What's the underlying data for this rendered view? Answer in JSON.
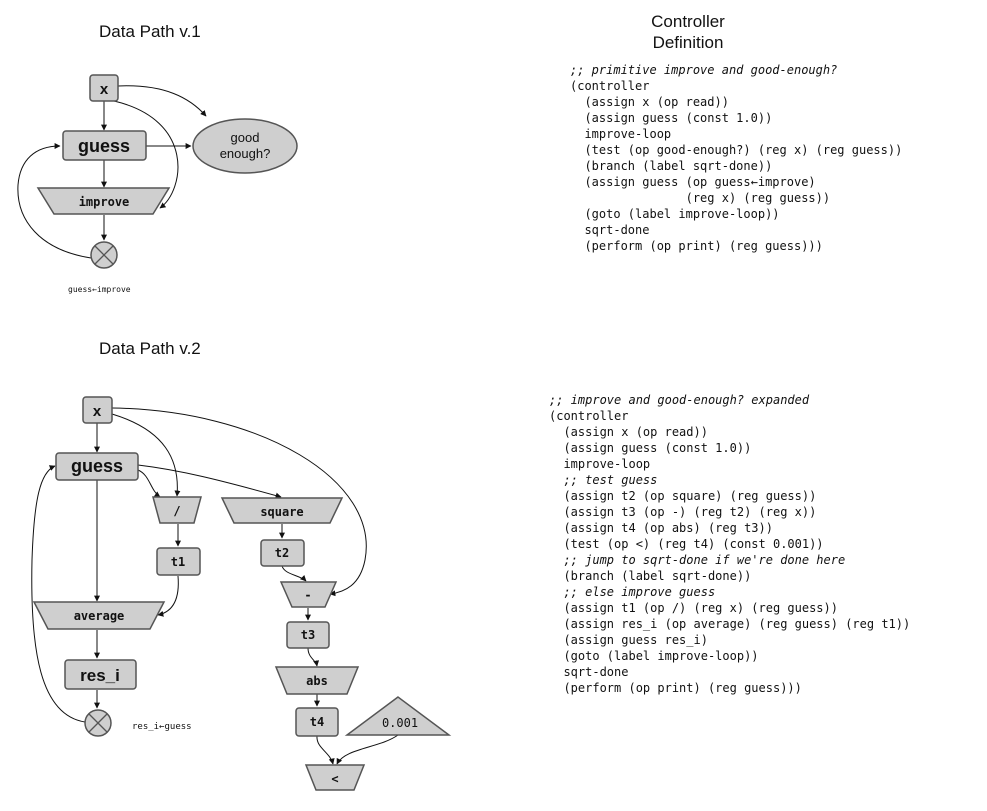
{
  "titles": {
    "v1": "Data Path v.1",
    "v2": "Data Path v.2",
    "controller": [
      "Controller",
      "Definition"
    ]
  },
  "v1": {
    "x": "x",
    "guess": "guess",
    "improve": "improve",
    "good_enough": [
      "good",
      "enough?"
    ],
    "assign_label": "guess←improve"
  },
  "v2": {
    "x": "x",
    "guess": "guess",
    "divide": "/",
    "t1": "t1",
    "average": "average",
    "res_i": "res_i",
    "square": "square",
    "t2": "t2",
    "minus": "-",
    "t3": "t3",
    "abs": "abs",
    "t4": "t4",
    "const": "0.001",
    "lt": "<",
    "assign_label": "res_i←guess"
  },
  "code1": [
    {
      "text": ";; primitive improve and good-enough?",
      "comment": true
    },
    {
      "text": "(controller",
      "comment": false
    },
    {
      "text": "  (assign x (op read))",
      "comment": false
    },
    {
      "text": "  (assign guess (const 1.0))",
      "comment": false
    },
    {
      "text": "  improve-loop",
      "comment": false
    },
    {
      "text": "  (test (op good-enough?) (reg x) (reg guess))",
      "comment": false
    },
    {
      "text": "  (branch (label sqrt-done))",
      "comment": false
    },
    {
      "text": "  (assign guess (op guess←improve)",
      "comment": false
    },
    {
      "text": "                (reg x) (reg guess))",
      "comment": false
    },
    {
      "text": "  (goto (label improve-loop))",
      "comment": false
    },
    {
      "text": "  sqrt-done",
      "comment": false
    },
    {
      "text": "  (perform (op print) (reg guess)))",
      "comment": false
    }
  ],
  "code2": [
    {
      "text": ";; improve and good-enough? expanded",
      "comment": true
    },
    {
      "text": "(controller",
      "comment": false
    },
    {
      "text": "  (assign x (op read))",
      "comment": false
    },
    {
      "text": "  (assign guess (const 1.0))",
      "comment": false
    },
    {
      "text": "  improve-loop",
      "comment": false
    },
    {
      "text": "  ;; test guess",
      "comment": true
    },
    {
      "text": "  (assign t2 (op square) (reg guess))",
      "comment": false
    },
    {
      "text": "  (assign t3 (op -) (reg t2) (reg x))",
      "comment": false
    },
    {
      "text": "  (assign t4 (op abs) (reg t3))",
      "comment": false
    },
    {
      "text": "  (test (op <) (reg t4) (const 0.001))",
      "comment": false
    },
    {
      "text": "  ;; jump to sqrt-done if we're done here",
      "comment": true
    },
    {
      "text": "  (branch (label sqrt-done))",
      "comment": false
    },
    {
      "text": "  ;; else improve guess",
      "comment": true
    },
    {
      "text": "  (assign t1 (op /) (reg x) (reg guess))",
      "comment": false
    },
    {
      "text": "  (assign res_i (op average) (reg guess) (reg t1))",
      "comment": false
    },
    {
      "text": "  (assign guess res_i)",
      "comment": false
    },
    {
      "text": "  (goto (label improve-loop))",
      "comment": false
    },
    {
      "text": "  sqrt-done",
      "comment": false
    },
    {
      "text": "  (perform (op print) (reg guess)))",
      "comment": false
    }
  ],
  "colors": {
    "node_fill": "#cfcfcf",
    "node_stroke": "#555555",
    "edge": "#111111"
  }
}
